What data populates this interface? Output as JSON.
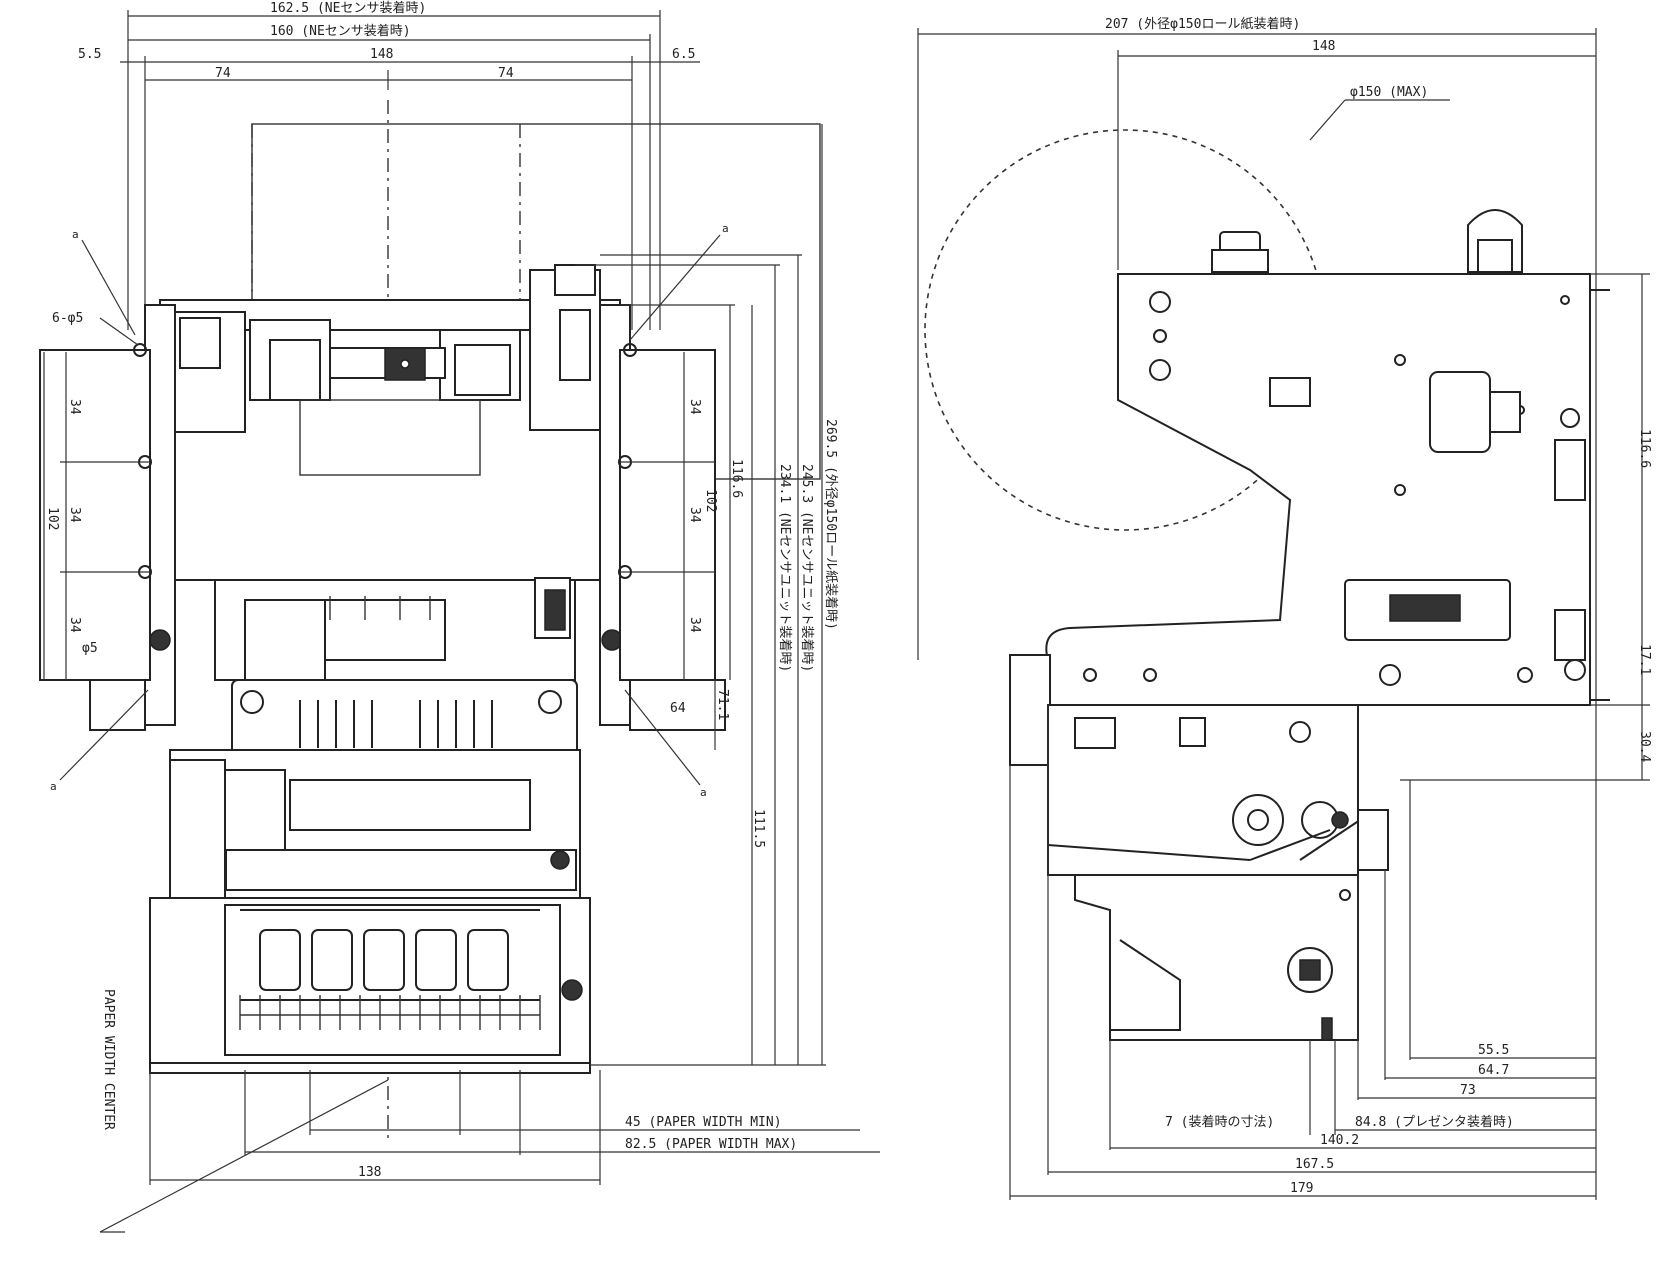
{
  "front_view": {
    "dims_top": {
      "overall_width": "162.5 (NEセンサ装着時)",
      "sensor_width": "160 (NEセンサ装着時)",
      "left_offset": "5.5",
      "right_offset": "6.5",
      "inner_width": "148",
      "half_left": "74",
      "half_right": "74"
    },
    "dims_left": {
      "hole_label": "6-φ5",
      "pitch_1": "34",
      "pitch_2": "34",
      "pitch_3": "34",
      "total_pitch": "102",
      "hole_label_lower": "φ5"
    },
    "dims_right": {
      "pitch_1": "34",
      "pitch_2": "34",
      "pitch_3": "34",
      "height_116": "116.6",
      "height_102": "102",
      "height_71": "71.1",
      "height_111": "111.5",
      "tall_1": "269.5 (外径φ150ロール紙装着時)",
      "tall_2": "245.3 (NEセンサユニット装着時)",
      "tall_3": "234.1 (NEセンサユニット装着時)",
      "small_64": "64"
    },
    "dims_bottom": {
      "paper_min": "45 (PAPER WIDTH MIN)",
      "paper_max": "82.5 (PAPER WIDTH MAX)",
      "base_width": "138",
      "paper_center": "PAPER WIDTH CENTER"
    },
    "markers": {
      "a": "a",
      "b": "a",
      "c": "a",
      "d": "a"
    }
  },
  "side_view": {
    "dims_top": {
      "overall": "207 (外径φ150ロール紙装着時)",
      "inner": "148",
      "roll_diameter": "φ150 (MAX)"
    },
    "dims_right": {
      "height_upper": "116.6",
      "height_mid": "17.1",
      "height_lower": "30.4"
    },
    "dims_bottom": {
      "d_55": "55.5",
      "d_64": "64.7",
      "d_73": "73",
      "d_84": "84.8 (プレゼンタ装着時)",
      "d_7": "7 (装着時の寸法)",
      "d_140": "140.2",
      "d_167": "167.5",
      "d_179": "179"
    }
  }
}
